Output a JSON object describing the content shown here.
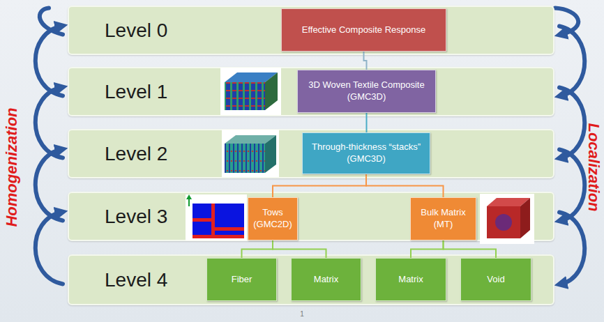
{
  "diagram": {
    "nodes": [
      {
        "text": [
          "Level 0"
        ]
      },
      {
        "text": [
          "Effective Composite Response"
        ],
        "in": 0
      },
      {
        "text": [
          "Level 1"
        ]
      },
      {
        "text": [
          "3D Woven Textile Composite (GMC3D)"
        ],
        "in": 2
      },
      {
        "text": [
          "Level 2"
        ]
      },
      {
        "text": [
          "Through-thickness “stacks” (GMC3D)"
        ],
        "in": 4
      },
      {
        "text": [
          "Level 3"
        ]
      },
      {
        "text": [
          "Tows (GMC2D)"
        ],
        "in": 6
      },
      {
        "text": [
          "Bulk Matrix (MT)"
        ],
        "in": 6
      },
      {
        "text": [
          "Level 4"
        ]
      },
      {
        "text": [
          "Fiber"
        ],
        "in": 9
      },
      {
        "text": [
          "Matrix"
        ],
        "in": 9
      },
      {
        "text": [
          "Matrix"
        ],
        "in": 9
      },
      {
        "text": [
          "Void"
        ],
        "in": 9
      }
    ],
    "edges": [
      {
        "from": 1,
        "to": 3,
        "arrow": "none"
      },
      {
        "from": 3,
        "to": 5,
        "arrow": "none"
      },
      {
        "from": 5,
        "to": 7,
        "arrow": "none"
      },
      {
        "from": 5,
        "to": 8,
        "arrow": "none"
      },
      {
        "from": 7,
        "to": 10,
        "arrow": "none"
      },
      {
        "from": 7,
        "to": 11,
        "arrow": "none"
      },
      {
        "from": 8,
        "to": 12,
        "arrow": "none"
      },
      {
        "from": 8,
        "to": 13,
        "arrow": "none"
      }
    ],
    "labels": [
      "Homogenization",
      "Localization",
      "1"
    ]
  }
}
